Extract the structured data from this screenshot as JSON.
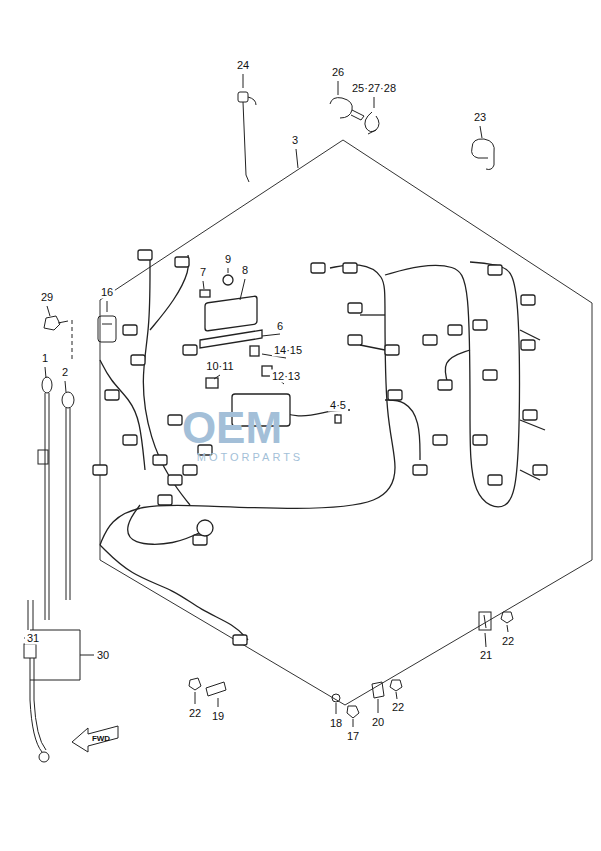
{
  "diagram": {
    "labels": [
      "24",
      "26",
      "25·27·28",
      "23",
      "3",
      "29",
      "16",
      "9",
      "8",
      "7",
      "6",
      "14·15",
      "10·11",
      "12·13",
      "4·5",
      "1",
      "2",
      "31",
      "30",
      "22",
      "21",
      "22",
      "19",
      "18",
      "17",
      "20",
      "22",
      "FWD",
      "OEM",
      "MOTORPARTS"
    ]
  }
}
